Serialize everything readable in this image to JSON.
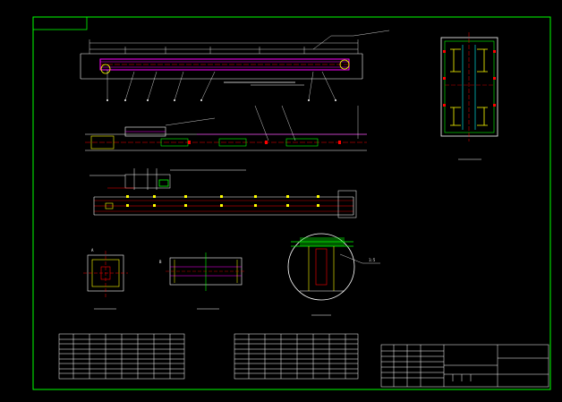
{
  "colors": {
    "background": "#000000",
    "frame": "#00ff00",
    "outline": "#ffffff",
    "member": "#ff00ff",
    "centerline": "#ff0000",
    "dimension": "#00ffff",
    "accent": "#ffff00",
    "fill_section": "#00ff00"
  },
  "drawing": {
    "type": "mechanical assembly drawing",
    "views": [
      "main-elevation",
      "plan-view",
      "rail-layout",
      "end-section",
      "detail-section-a",
      "detail-section-b",
      "circular-detail",
      "cross-section-end"
    ]
  },
  "labels": {
    "tag_a": "A",
    "tag_b": "B",
    "scale_note": "1:5"
  },
  "tables": {
    "left_rows": 9,
    "mid_rows": 9,
    "title_block_rows": 7
  }
}
